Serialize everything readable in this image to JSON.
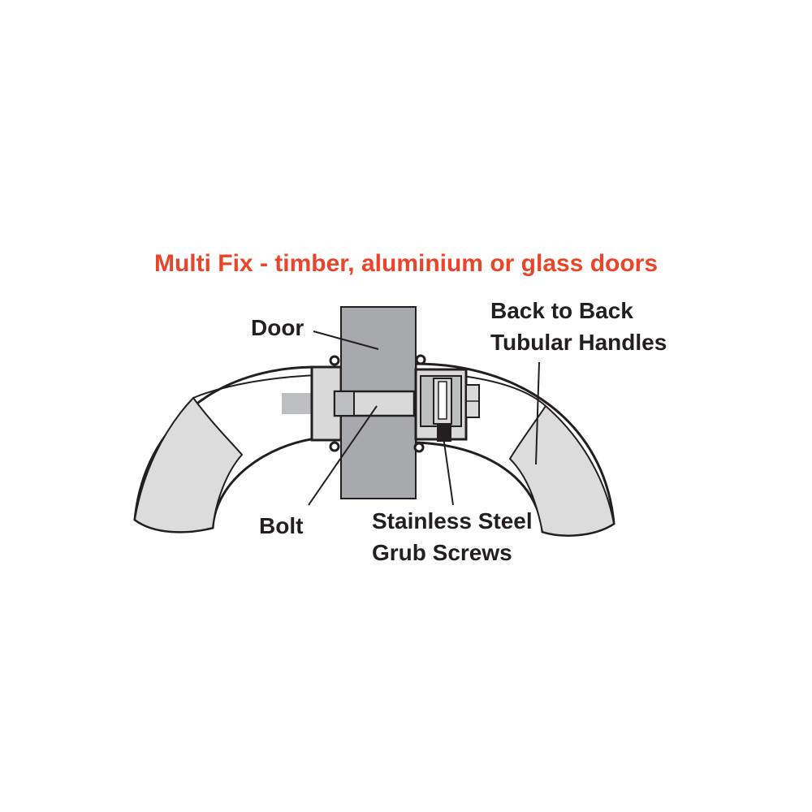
{
  "title": "Multi Fix  - timber, aluminium or glass doors",
  "labels": {
    "door": "Door",
    "handles_line1": "Back to Back",
    "handles_line2": "Tubular Handles",
    "bolt": "Bolt",
    "screws_line1": "Stainless Steel",
    "screws_line2": "Grub Screws"
  },
  "colors": {
    "title": "#e8452a",
    "outline": "#231f20",
    "grip_fill": "#dcdcdd",
    "door_fill": "#a7a9ac",
    "fitting_fill": "#d9d9da",
    "inner_fill": "#bcbec0",
    "screw_fill": "#231f20",
    "background": "#ffffff"
  }
}
